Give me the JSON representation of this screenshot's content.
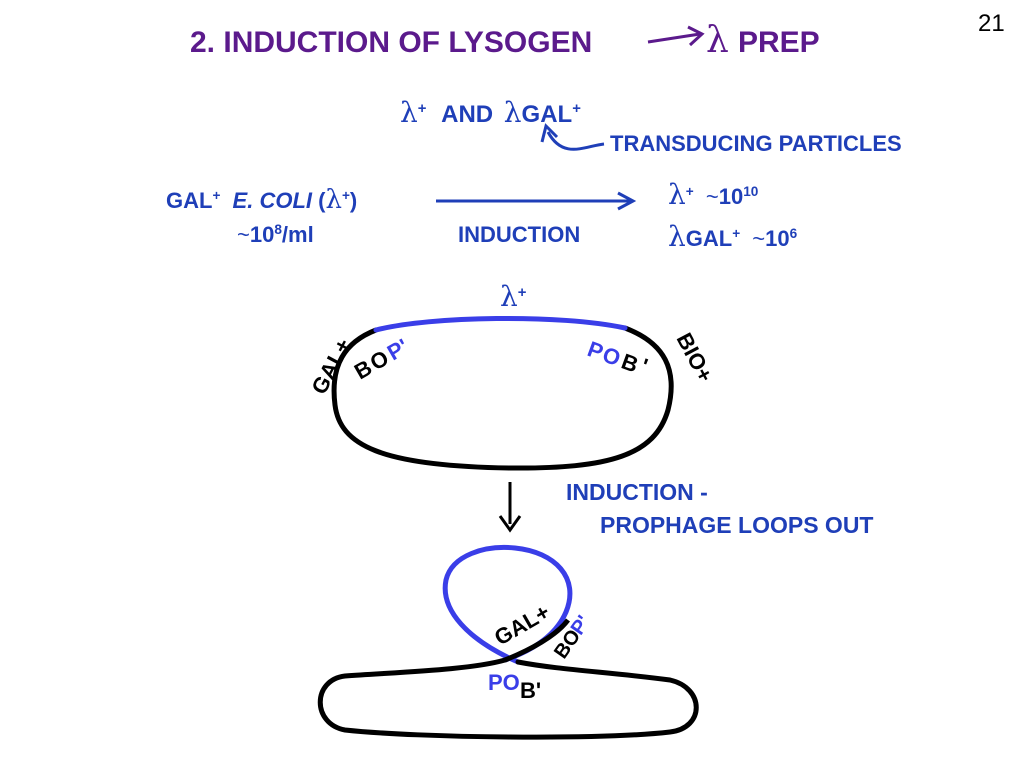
{
  "slide": {
    "page_number": "21",
    "title": {
      "left": "2. INDUCTION OF LYSOGEN",
      "lambda": "λ",
      "right": "PREP"
    }
  },
  "top_section": {
    "lambda": "λ",
    "plus": "+",
    "and": "AND",
    "gal": "GAL",
    "transducing": "TRANSDUCING PARTICLES"
  },
  "reaction": {
    "gal": "GAL",
    "plus": "+",
    "ecoli": "E. COLI",
    "lambda": "λ",
    "open_paren": "(",
    "close_paren": ")",
    "tilde": "~",
    "conc_base": "10",
    "conc_exp": "8",
    "conc_unit": "/ml",
    "induction": "INDUCTION",
    "product1_exp": "10",
    "product1_base": "10",
    "product2_gal": "GAL",
    "product2_base": "10",
    "product2_exp": "6"
  },
  "diagram_top": {
    "lambda_label": "λ",
    "plus": "+",
    "gal_plus": "GAL+",
    "bio_plus": "BIO+",
    "left_b": "B",
    "left_o": "O",
    "left_p": "P'",
    "right_p": "P",
    "right_o": "O",
    "right_b": "B",
    "right_prime": "'"
  },
  "induction_note": {
    "line1": "INDUCTION -",
    "line2": "PROPHAGE LOOPS OUT"
  },
  "diagram_bottom": {
    "gal_plus": "GAL+",
    "bo": "BO",
    "p_prime": "P'",
    "po": "PO",
    "b_prime": "B'"
  },
  "colors": {
    "title": "#5b1a8c",
    "text_blue": "#1f3fb8",
    "phage_blue": "#3a3ee8",
    "bacterial_black": "#000000"
  }
}
